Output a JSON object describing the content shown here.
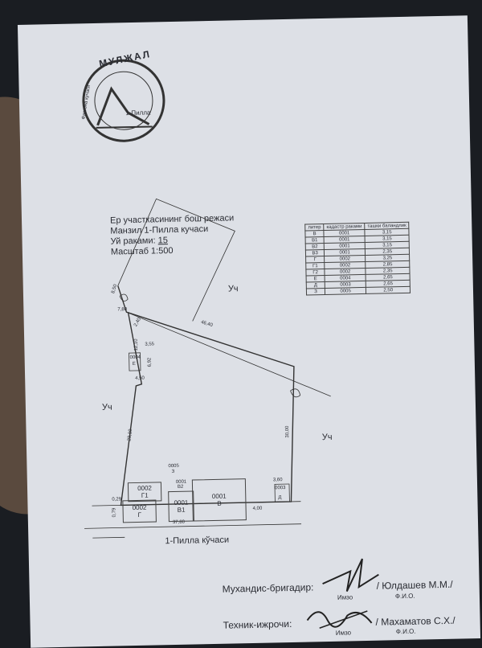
{
  "logo": {
    "title": "МУЛЖАЛ",
    "street_left": "Фаргона кучаси",
    "street_bottom": "1-Пилла"
  },
  "plan": {
    "title": "Ер участкасининг бош режаси",
    "address": "Манзил 1-Пилла кучаси",
    "house_label": "Уй раками:",
    "house_number": "15",
    "scale": "Масштаб 1:500"
  },
  "legend": {
    "headers": [
      "литер",
      "кадастр раками",
      "ташки баландлик"
    ],
    "rows": [
      [
        "В",
        "0001",
        "3,15"
      ],
      [
        "В1",
        "0001",
        "3,15"
      ],
      [
        "В2",
        "0001",
        "3,15"
      ],
      [
        "В3",
        "0001",
        "2,35"
      ],
      [
        "Г",
        "0002",
        "3,25"
      ],
      [
        "Г1",
        "0002",
        "2,85"
      ],
      [
        "Г2",
        "0002",
        "2,35"
      ],
      [
        "Е",
        "0004",
        "2,65"
      ],
      [
        "Д",
        "0003",
        "2,65"
      ],
      [
        "З",
        "0005",
        "2,50"
      ]
    ]
  },
  "neighbors": {
    "top": "Уч",
    "left": "Уч",
    "right": "Уч"
  },
  "dimensions": {
    "d1": "8,50",
    "d2": "7,80",
    "d3": "2,40",
    "d4": "46,40",
    "d5": "3,55",
    "d6": "12,10",
    "d7": "6,92",
    "d8": "4,50",
    "d9": "23,10",
    "d10": "30,00",
    "d11": "3,60",
    "d12": "37,80",
    "d13": "4,00",
    "d14": "0,29",
    "d15": "0,79"
  },
  "buildings": {
    "g1": {
      "code": "0002",
      "lit": "Г1"
    },
    "g": {
      "code": "0002",
      "lit": "Г"
    },
    "b1": {
      "code": "0001",
      "lit": "В1"
    },
    "b": {
      "code": "0001",
      "lit": "В"
    },
    "b2": {
      "code": "0001",
      "lit": "В2"
    },
    "z": {
      "code": "0005",
      "lit": "З"
    },
    "e": {
      "code": "0004",
      "lit": "Е"
    },
    "d": {
      "code": "0003",
      "lit": "Д"
    }
  },
  "street_name": "1-Пилла кўчаси",
  "signatures": {
    "engineer_label": "Мухандис-бригадир:",
    "engineer_name": "/ Юлдашев М.М./",
    "tech_label": "Техник-ижрочи:",
    "tech_name": "/ Махаматов С.Х./",
    "imzo": "Имзо",
    "fio": "Ф.И.О."
  }
}
